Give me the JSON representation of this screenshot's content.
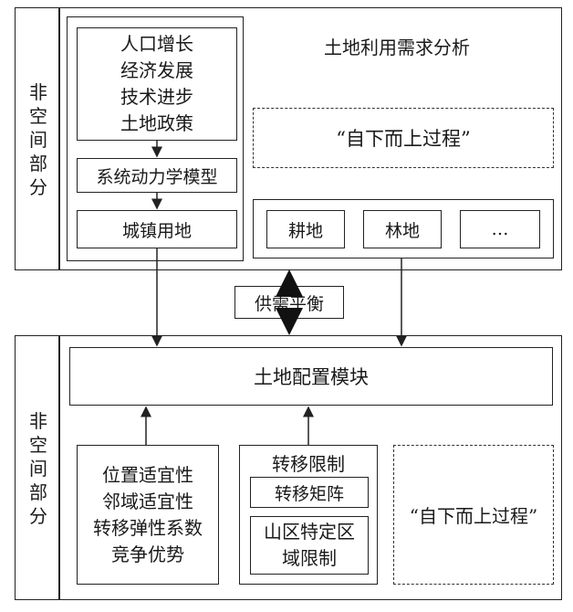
{
  "top_panel": {
    "side_label": [
      "非",
      "空",
      "间",
      "部",
      "分"
    ],
    "drivers": [
      "人口增长",
      "经济发展",
      "技术进步",
      "土地政策"
    ],
    "model": "系统动力学模型",
    "urban_land": "城镇用地",
    "demand_title": "土地利用需求分析",
    "bottom_up": "“自下而上过程”",
    "land_types": [
      "耕地",
      "林地",
      "…"
    ]
  },
  "balance_label": "供需平衡",
  "bottom_panel": {
    "side_label": [
      "非",
      "空",
      "间",
      "部",
      "分"
    ],
    "allocation_module": "土地配置模块",
    "suitability": [
      "位置适宜性",
      "邻域适宜性",
      "转移弹性系数",
      "竞争优势"
    ],
    "transfer_limit_title": "转移限制",
    "transfer_matrix": "转移矩阵",
    "mountain_limit": [
      "山区特定区",
      "域限制"
    ],
    "bottom_up": "“自下而上过程”"
  }
}
